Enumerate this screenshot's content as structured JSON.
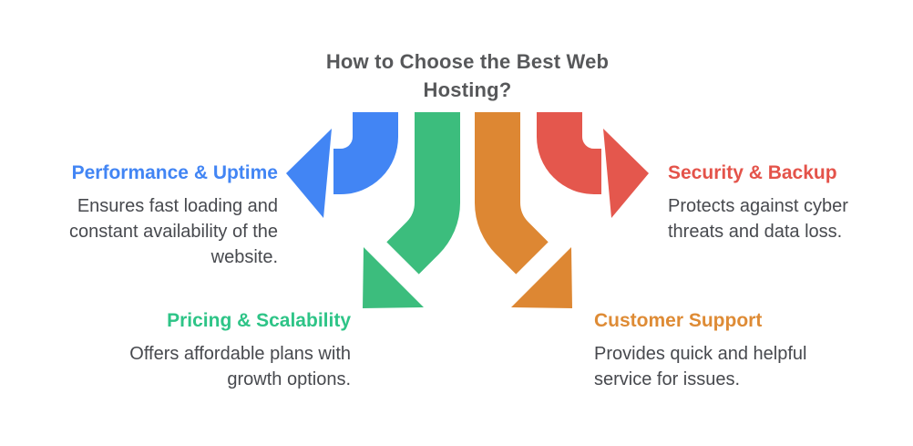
{
  "title": "How to Choose the Best Web Hosting?",
  "sections": {
    "performance": {
      "label": "Performance & Uptime",
      "description": "Ensures fast loading and constant availability of the website.",
      "heading_color": "#4285f4"
    },
    "security": {
      "label": "Security & Backup",
      "description": "Protects against cyber threats and data loss.",
      "heading_color": "#e4534a"
    },
    "pricing": {
      "label": "Pricing & Scalability",
      "description": "Offers affordable plans with growth options.",
      "heading_color": "#2ec487"
    },
    "support": {
      "label": "Customer Support",
      "description": "Provides quick and helpful service for issues.",
      "heading_color": "#de8b35"
    }
  },
  "arrows": {
    "performance": {
      "direction": "left",
      "color": "#4285f4"
    },
    "pricing": {
      "direction": "down-left",
      "color": "#3cbd7d"
    },
    "support": {
      "direction": "down-right",
      "color": "#dd8733"
    },
    "security": {
      "direction": "right",
      "color": "#e4574d"
    }
  },
  "colors": {
    "title": "#57585a",
    "body_text": "#47494e",
    "background": "#ffffff"
  }
}
